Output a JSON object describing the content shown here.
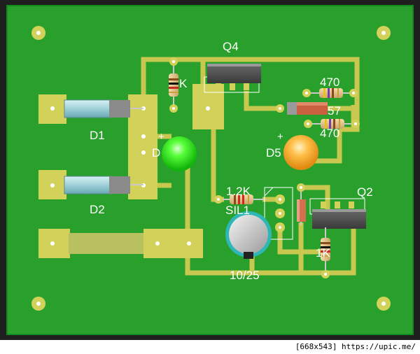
{
  "board": {
    "board_color": "#2aa02c",
    "trace_color": "#c8c850",
    "pad_color": "#d2d25a",
    "text_color": "#ffffff"
  },
  "labels": {
    "q4": "Q4",
    "q2": "Q2",
    "d1": "D1",
    "d2": "D2",
    "d3_partial": "D",
    "d5": "D5",
    "r_1k_top": "K",
    "r_470_top": "470",
    "r_57": "57",
    "r_470_bottom": "470",
    "r_1_2k": "1.2K",
    "sil1": "SIL1",
    "r_1k_bottom": "1K",
    "cap_value": "10/25",
    "plus_d3": "+",
    "plus_d5": "+"
  },
  "caption": {
    "text": "[668x543] https://upic.me/"
  }
}
